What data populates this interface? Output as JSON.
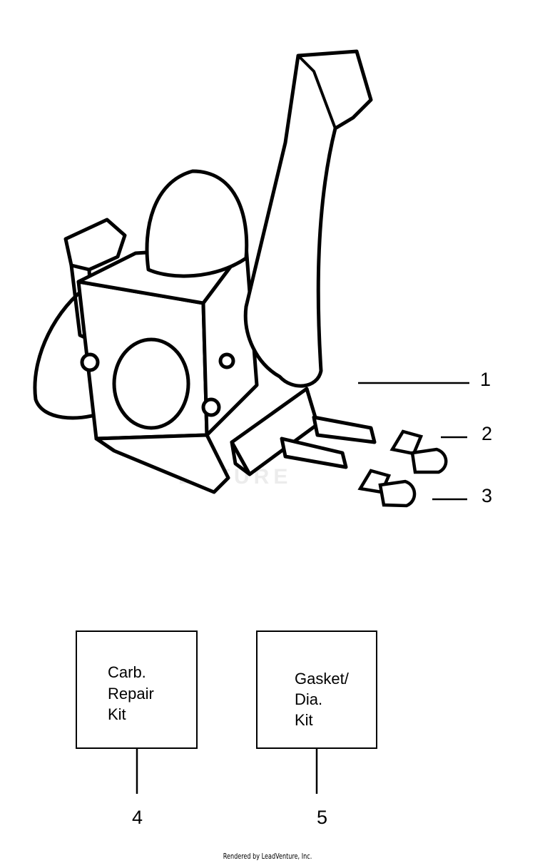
{
  "callouts": {
    "c1": "1",
    "c2": "2",
    "c3": "3",
    "c4": "4",
    "c5": "5"
  },
  "kits": {
    "repair": {
      "line1": "Carb.",
      "line2": "Repair",
      "line3": "Kit"
    },
    "gasket": {
      "line1": "Gasket/",
      "line2": "Dia.",
      "line3": "Kit"
    }
  },
  "watermark": "ENTURE",
  "footer": "Rendered by LeadVenture, Inc."
}
